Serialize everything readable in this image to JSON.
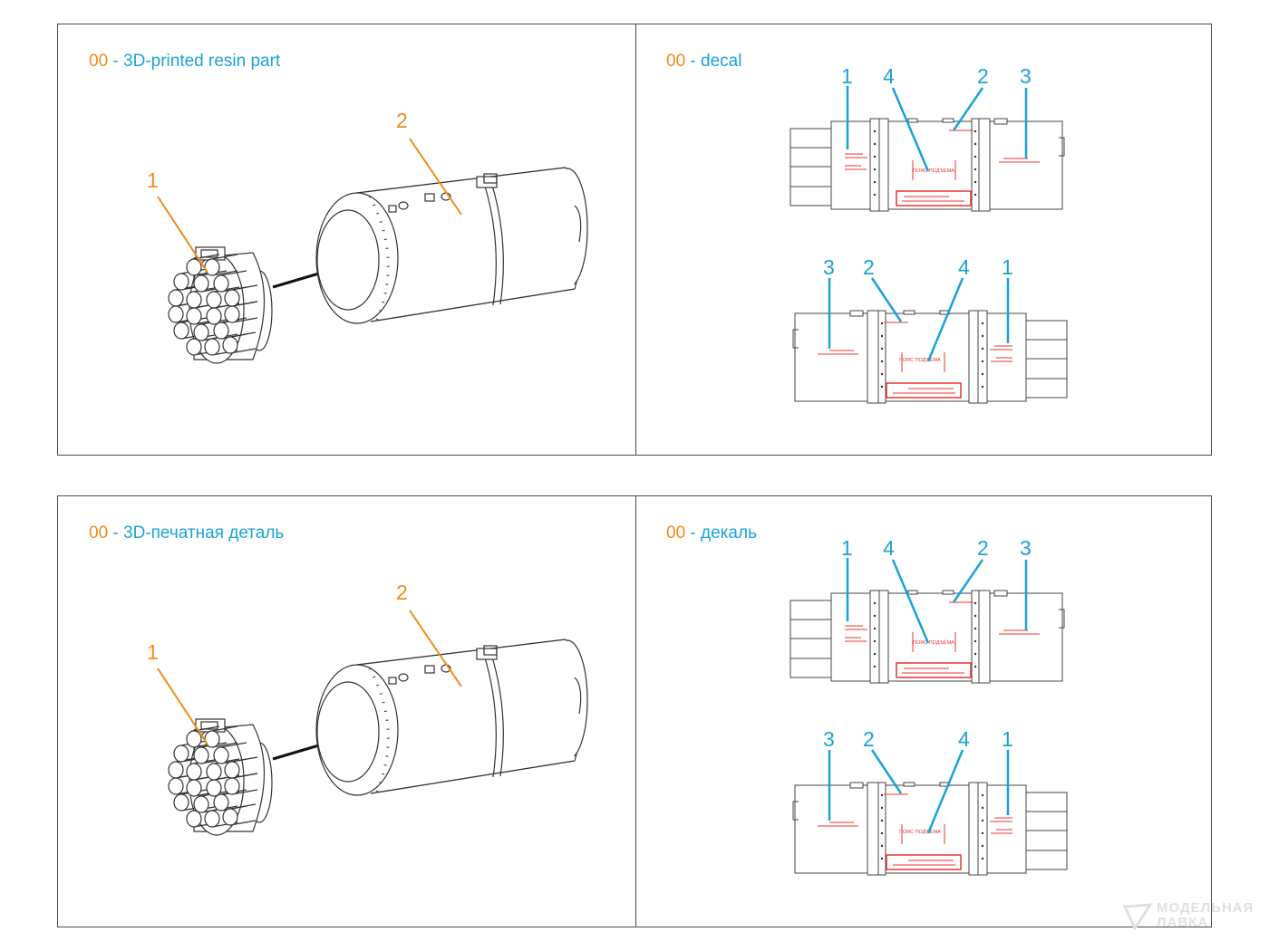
{
  "sections": {
    "top": {
      "resin": {
        "code": "00",
        "title": "- 3D-printed resin part",
        "labels": [
          "1",
          "2"
        ]
      },
      "decal": {
        "code": "00",
        "title": "- decal",
        "upper_labels": [
          "1",
          "4",
          "2",
          "3"
        ],
        "lower_labels": [
          "3",
          "2",
          "4",
          "1"
        ],
        "decal_text": "ПОЯС ПОДЪЁМА"
      }
    },
    "bottom": {
      "resin": {
        "code": "00",
        "title": "- 3D-печатная деталь",
        "labels": [
          "1",
          "2"
        ]
      },
      "decal": {
        "code": "00",
        "title": "- декаль",
        "upper_labels": [
          "1",
          "4",
          "2",
          "3"
        ],
        "lower_labels": [
          "3",
          "2",
          "4",
          "1"
        ],
        "decal_text": "ПОЯС ПОДЪЁМА"
      }
    }
  },
  "watermark": {
    "line1": "МОДЕЛЬНАЯ",
    "line2": "ЛАВКА"
  },
  "colors": {
    "part_number": "#f28a1b",
    "decal_number": "#1aa3d6",
    "decal_marking": "#e8342f",
    "outline": "#4a4a4a"
  }
}
